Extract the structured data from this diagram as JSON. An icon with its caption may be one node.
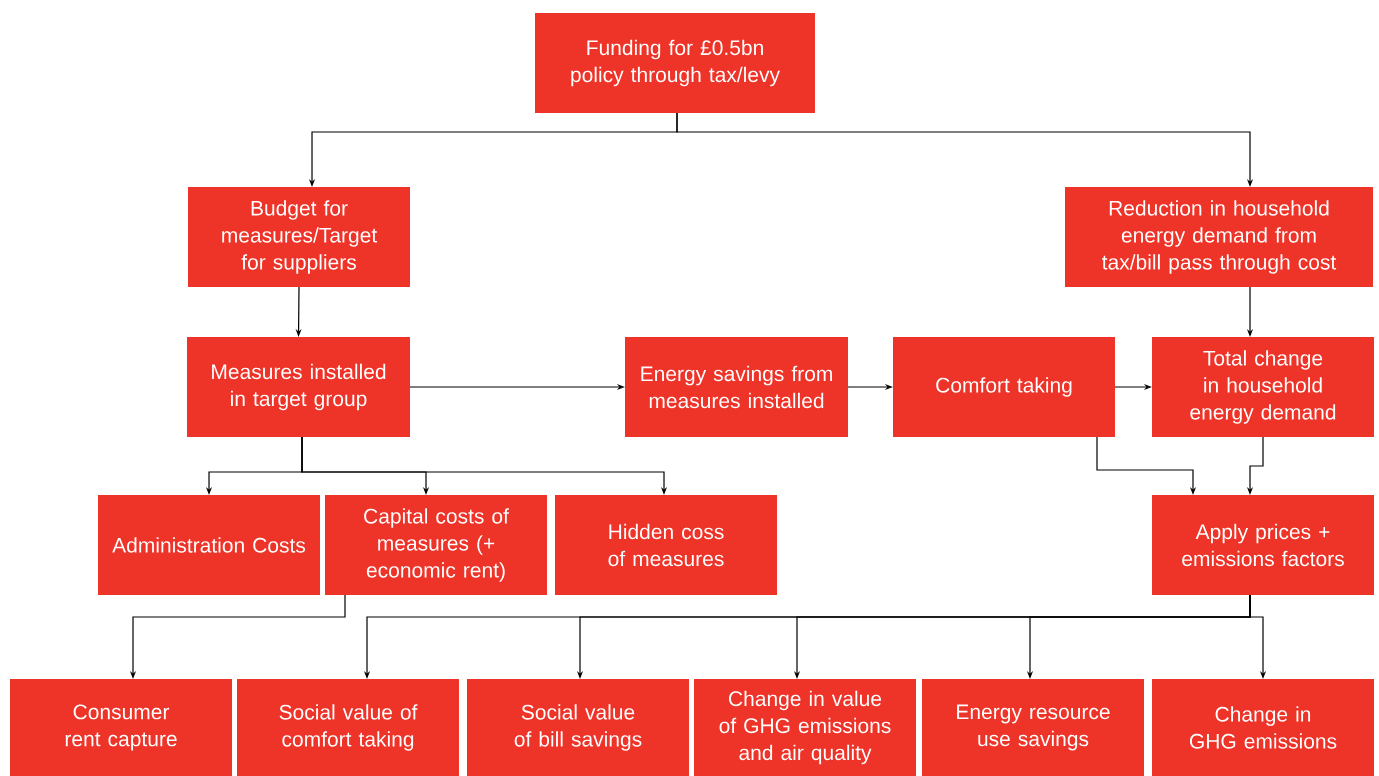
{
  "diagram": {
    "nodes": [
      {
        "text": [
          "Funding for £0.5bn policy through tax/levy"
        ]
      },
      {
        "text": [
          "Budget for measures/Target for suppliers"
        ]
      },
      {
        "text": [
          "Reduction in household energy demand from tax/bill pass through cost"
        ]
      },
      {
        "text": [
          "Measures installed in target group"
        ]
      },
      {
        "text": [
          "Energy savings from measures installed"
        ]
      },
      {
        "text": [
          "Comfort taking"
        ]
      },
      {
        "text": [
          "Total change in household energy demand"
        ]
      },
      {
        "text": [
          "Administration Costs"
        ]
      },
      {
        "text": [
          "Capital costs of measures (+ economic rent)"
        ]
      },
      {
        "text": [
          "Hidden coss of measures"
        ]
      },
      {
        "text": [
          "Apply prices + emissions factors"
        ]
      },
      {
        "text": [
          "Consumer rent capture"
        ]
      },
      {
        "text": [
          "Social value of comfort taking"
        ]
      },
      {
        "text": [
          "Social value of bill savings"
        ]
      },
      {
        "text": [
          "Change in value of GHG emissions and air quality"
        ]
      },
      {
        "text": [
          "Energy resource use savings"
        ]
      },
      {
        "text": [
          "Change in GHG emissions"
        ]
      }
    ],
    "edges": [
      {
        "from": 0,
        "to": 1,
        "arrow": "to"
      },
      {
        "from": 0,
        "to": 2,
        "arrow": "to"
      },
      {
        "from": 1,
        "to": 3,
        "arrow": "to"
      },
      {
        "from": 2,
        "to": 6,
        "arrow": "to"
      },
      {
        "from": 3,
        "to": 4,
        "arrow": "to"
      },
      {
        "from": 4,
        "to": 5,
        "arrow": "to"
      },
      {
        "from": 5,
        "to": 6,
        "arrow": "to"
      },
      {
        "from": 3,
        "to": 7,
        "arrow": "to"
      },
      {
        "from": 3,
        "to": 8,
        "arrow": "to"
      },
      {
        "from": 3,
        "to": 9,
        "arrow": "to"
      },
      {
        "from": 5,
        "to": 10,
        "arrow": "to"
      },
      {
        "from": 6,
        "to": 10,
        "arrow": "to"
      },
      {
        "from": 8,
        "to": 11,
        "arrow": "to"
      },
      {
        "from": 10,
        "to": 12,
        "arrow": "to"
      },
      {
        "from": 10,
        "to": 13,
        "arrow": "to"
      },
      {
        "from": 10,
        "to": 14,
        "arrow": "to"
      },
      {
        "from": 10,
        "to": 15,
        "arrow": "to"
      },
      {
        "from": 10,
        "to": 16,
        "arrow": "to"
      }
    ]
  }
}
